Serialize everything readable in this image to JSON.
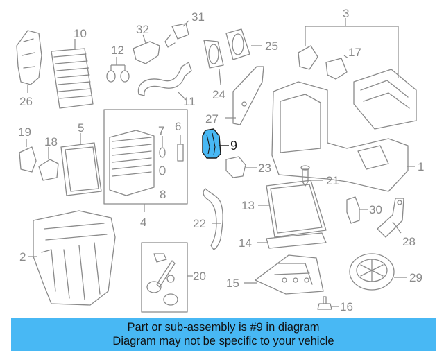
{
  "colors": {
    "highlight": "#48b8f4",
    "line_art": "#8a8a8a",
    "caption_bg": "#48b8f4"
  },
  "callouts": [
    "2",
    "3",
    "4",
    "5",
    "6",
    "7",
    "8",
    "9",
    "10",
    "11",
    "12",
    "13",
    "14",
    "15",
    "16",
    "17",
    "18",
    "19",
    "20",
    "21",
    "22",
    "23",
    "24",
    "25",
    "26",
    "27",
    "28",
    "29",
    "30",
    "31",
    "32"
  ],
  "highlighted_part": "9",
  "caption": {
    "line1": "Part or sub-assembly is #9 in diagram",
    "line2": "Diagram may not be specific to your vehicle"
  }
}
